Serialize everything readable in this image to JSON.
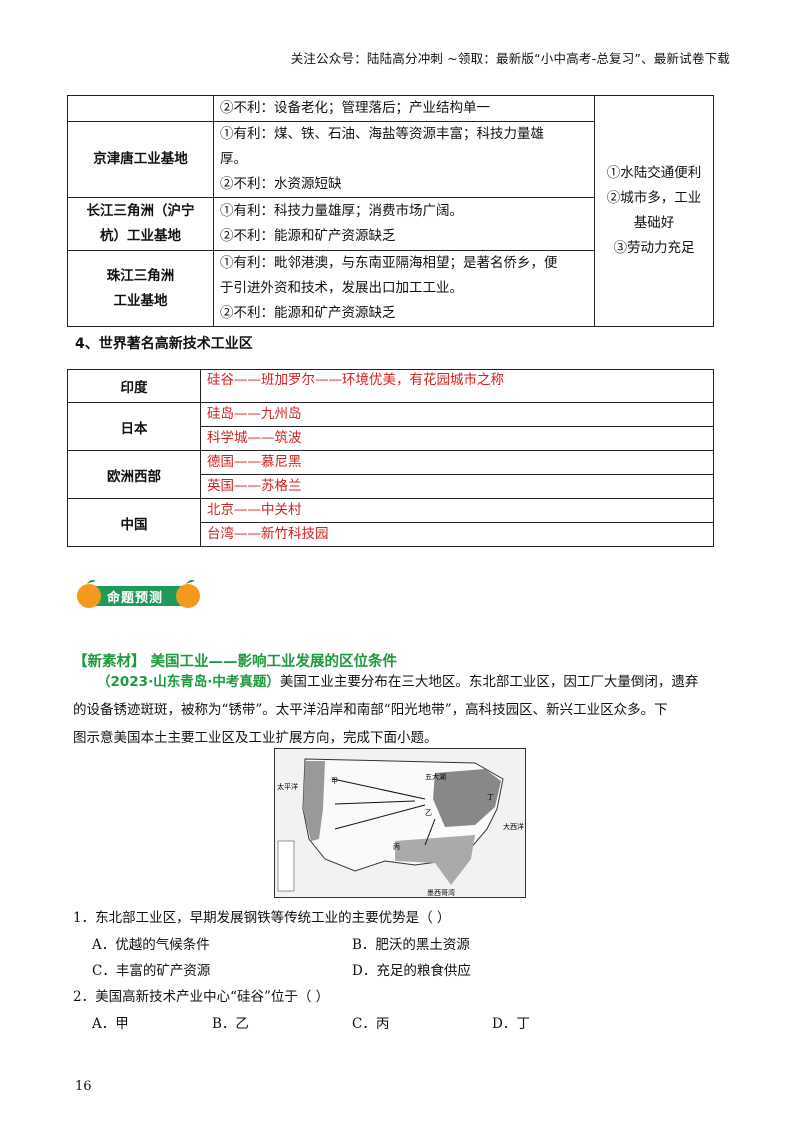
{
  "header": "关注公众号：陆陆高分冲刺  ~领取：最新版“小中高考-总复习”、最新试卷下载",
  "table1": {
    "rows": [
      {
        "name": "",
        "lines": [
          "②不利：设备老化；管理落后；产业结构单一"
        ]
      },
      {
        "name": "京津唐工业基地",
        "lines": [
          "①有利：煤、铁、石油、海盐等资源丰富；科技力量雄",
          "厚。",
          "②不利：水资源短缺"
        ]
      },
      {
        "name_lines": [
          "长江三角洲（沪宁",
          "杭）工业基地"
        ],
        "lines": [
          "①有利：科技力量雄厚；消费市场广阔。",
          "②不利：能源和矿产资源缺乏"
        ]
      },
      {
        "name_lines": [
          "珠江三角洲",
          "工业基地"
        ],
        "lines": [
          "①有利：毗邻港澳，与东南亚隔海相望；是著名侨乡，便",
          "于引进外资和技术，发展出口加工工业。",
          "②不利：能源和矿产资源缺乏"
        ]
      }
    ],
    "right": [
      "①水陆交通便利",
      "②城市多，工业",
      "基础好",
      "③劳动力充足"
    ]
  },
  "section4": "4、世界著名高新技术工业区",
  "table2": [
    {
      "country": "印度",
      "items": [
        "硅谷——班加罗尔——环境优美，有花园城市之称"
      ]
    },
    {
      "country": "日本",
      "items": [
        "硅岛——九州岛",
        "科学城——筑波"
      ]
    },
    {
      "country": "欧洲西部",
      "items": [
        "德国——慕尼黑",
        "英国——苏格兰"
      ]
    },
    {
      "country": "中国",
      "items": [
        "北京——中关村",
        "台湾——新竹科技园"
      ]
    }
  ],
  "badge": "命题预测",
  "new_material": "【新素材】  美国工业——影响工业发展的区位条件",
  "question_intro": {
    "source": "（2023·山东青岛·中考真题）",
    "line1": "美国工业主要分布在三大地区。东北部工业区，因工厂大量倒闭，遗弃",
    "line2": "的设备锈迹斑斑，被称为“锈带”。太平洋沿岸和南部“阳光地带”，高科技园区、新兴工业区众多。下",
    "line3": "图示意美国本土主要工业区及工业扩展方向，完成下面小题。"
  },
  "map_labels": {
    "west": "太平洋",
    "north": "五大湖",
    "gulf": "墨西哥湾",
    "atlantic": "大西洋",
    "jia": "甲",
    "yi": "乙",
    "bing": "丙",
    "ding": "丁"
  },
  "q1": {
    "stem": "1．东北部工业区，早期发展钢铁等传统工业的主要优势是（     ）",
    "A": "A．优越的气候条件",
    "B": "B．肥沃的黑土资源",
    "C": "C．丰富的矿产资源",
    "D": "D．充足的粮食供应"
  },
  "q2": {
    "stem": "2．美国高新技术产业中心“硅谷”位于（     ）",
    "A": "A．甲",
    "B": "B．乙",
    "C": "C．丙",
    "D": "D．丁"
  },
  "page_number": "16"
}
